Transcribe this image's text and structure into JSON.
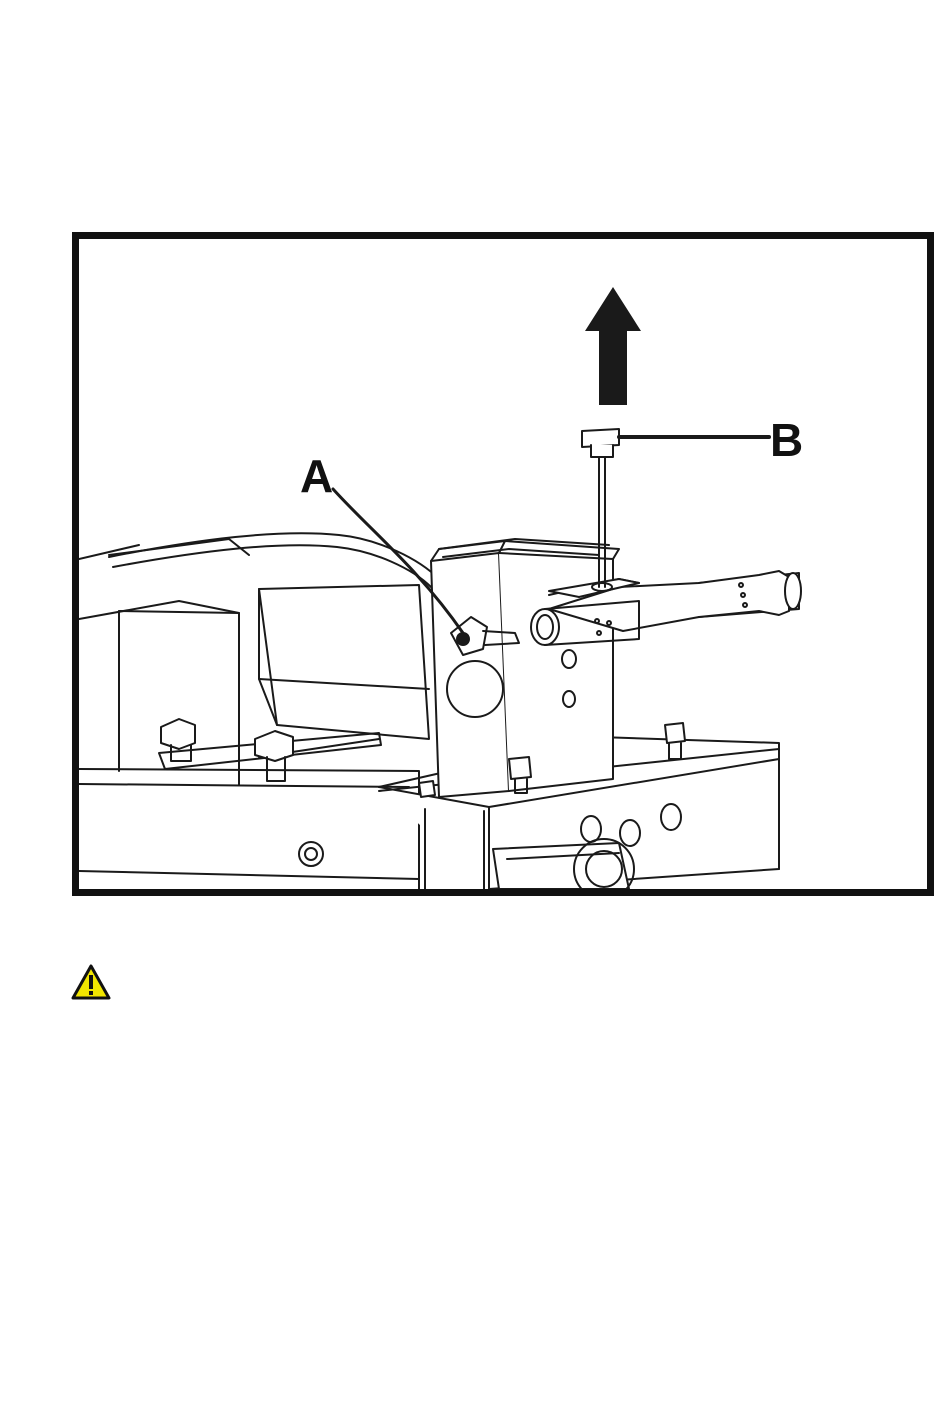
{
  "figure": {
    "callouts": [
      {
        "id": "A",
        "label": "A"
      },
      {
        "id": "B",
        "label": "B"
      }
    ]
  },
  "icons": {
    "warning": "warning-triangle-icon",
    "arrow": "arrow-up-icon"
  },
  "colors": {
    "frame": "#111111",
    "line": "#1a1a1a",
    "warning_fill": "#f2e600",
    "warning_stroke": "#111111"
  }
}
